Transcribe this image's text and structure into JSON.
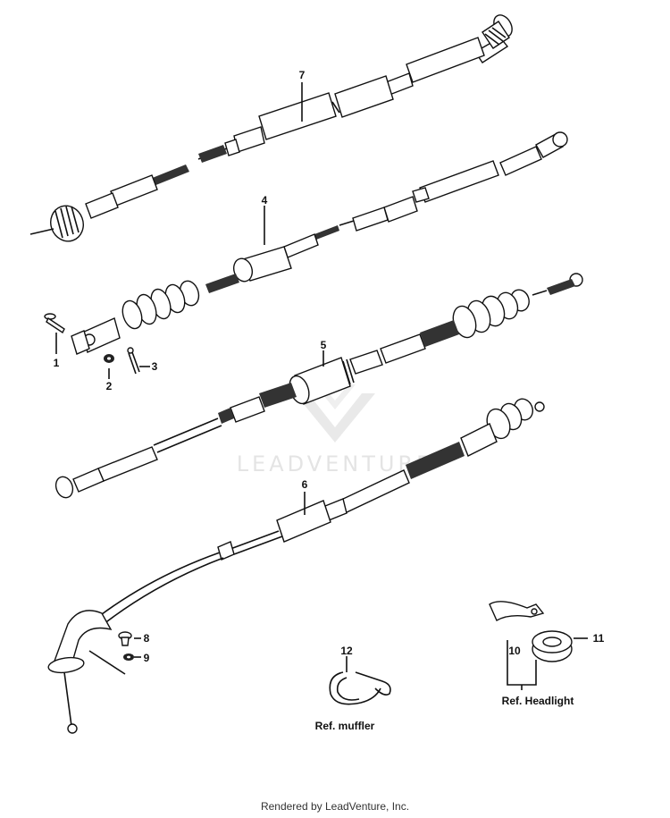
{
  "labels": {
    "p1": "1",
    "p2": "2",
    "p3": "3",
    "p4": "4",
    "p5": "5",
    "p6": "6",
    "p7": "7",
    "p8": "8",
    "p9": "9",
    "p10": "10",
    "p11": "11",
    "p12": "12"
  },
  "refs": {
    "muffler": "Ref. muffler",
    "headlight": "Ref. Headlight"
  },
  "watermark": "LEADVENTURE",
  "footer": "Rendered by LeadVenture, Inc."
}
